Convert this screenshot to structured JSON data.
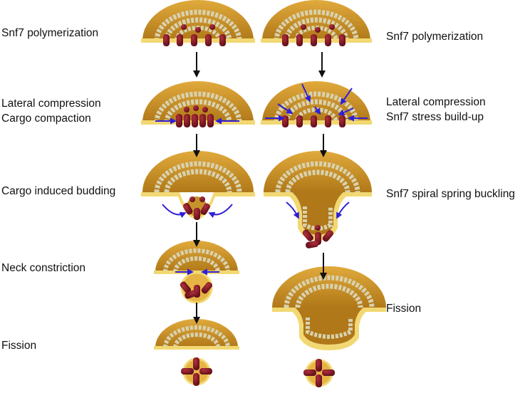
{
  "left_pathway": {
    "labels": [
      "Snf7 polymerization",
      "Lateral compression",
      "Cargo compaction",
      "Cargo induced budding",
      "Neck constriction",
      "Fission"
    ]
  },
  "right_pathway": {
    "labels": [
      "Snf7 polymerization",
      "Lateral compression",
      "Snf7 stress build-up",
      "Snf7 spiral spring buckling",
      "Fission"
    ]
  },
  "colors": {
    "membrane": "#c8922a",
    "membrane_light": "#e6b445",
    "membrane_edge": "#f2d873",
    "snf7_filament": "#d8d2b0",
    "snf7_dots": "#3b3b2a",
    "cargo": "#7a1020",
    "force_arrow": "#2f1fd6",
    "flow_arrow": "#111111"
  }
}
